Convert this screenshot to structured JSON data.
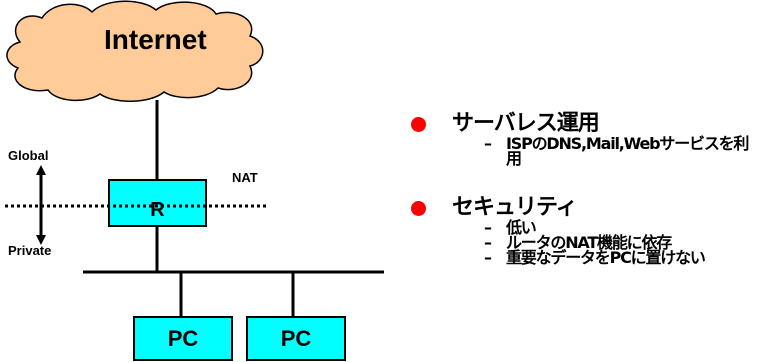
{
  "internet_label": "Internet",
  "router_label": "R",
  "nat_label": "NAT",
  "global_label": "Global",
  "private_label": "Private",
  "pc_labels": [
    "PC",
    "PC"
  ],
  "colors": {
    "cloud_fill": "#ffcc99",
    "box_fill": "#00ffff",
    "bullet": "#ff0000",
    "line": "#000000"
  },
  "bullets": [
    {
      "title": "サーバレス運用",
      "subs": [
        "ISPのDNS,Mail,Webサービスを利用"
      ]
    },
    {
      "title": "セキュリティ",
      "subs": [
        "低い",
        "ルータのNAT機能に依存",
        "重要なデータをPCに置けない"
      ]
    }
  ]
}
